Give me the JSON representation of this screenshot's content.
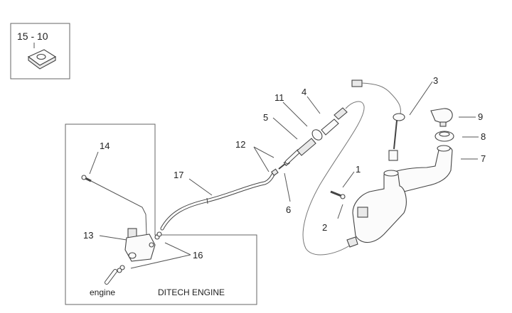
{
  "diagram": {
    "title": "Oil tank exploded view",
    "inset": {
      "label": "15 - 10"
    },
    "callouts": {
      "c1": "1",
      "c2": "2",
      "c3": "3",
      "c4": "4",
      "c5": "5",
      "c6": "6",
      "c7": "7",
      "c8": "8",
      "c9": "9",
      "c11": "11",
      "c12": "12",
      "c13": "13",
      "c14": "14",
      "c16": "16",
      "c17": "17"
    },
    "captions": {
      "engine": "engine",
      "ditech": "DITECH ENGINE"
    }
  }
}
